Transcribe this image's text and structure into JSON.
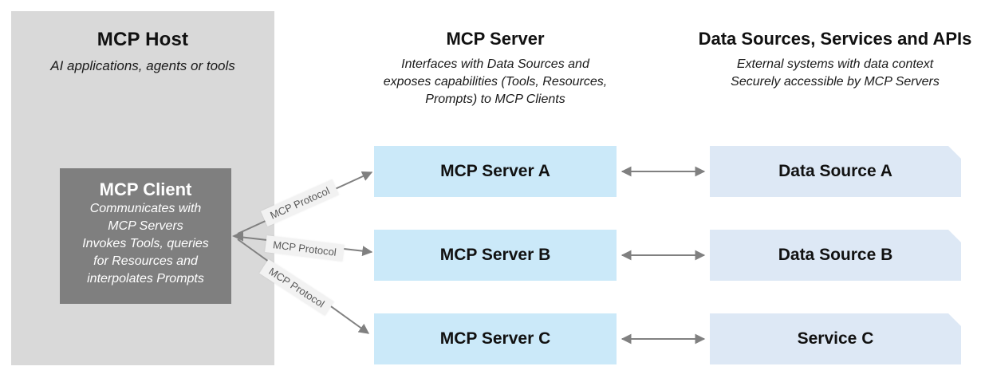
{
  "diagram": {
    "host": {
      "title": "MCP Host",
      "subtitle": "AI applications, agents or tools",
      "client": {
        "title": "MCP Client",
        "lines": [
          "Communicates with",
          "MCP Servers",
          "Invokes Tools, queries",
          "for Resources and",
          "interpolates Prompts"
        ]
      }
    },
    "server_column": {
      "title": "MCP Server",
      "subtitle_lines": [
        "Interfaces with Data Sources and",
        "exposes capabilities (Tools, Resources,",
        "Prompts) to MCP Clients"
      ],
      "boxes": [
        "MCP Server A",
        "MCP Server B",
        "MCP Server C"
      ]
    },
    "data_column": {
      "title": "Data Sources, Services and APIs",
      "subtitle_lines": [
        "External systems with data context",
        "Securely accessible by MCP Servers"
      ],
      "boxes": [
        "Data Source A",
        "Data Source B",
        "Service C"
      ]
    },
    "protocol_label": "MCP Protocol",
    "colors": {
      "host_bg": "#d9d9d9",
      "client_bg": "#7f7f7f",
      "server_box_bg": "#cbe9f9",
      "data_box_bg": "#dde8f5",
      "arrow": "#808080",
      "label_bg": "#f2f2f2",
      "label_text": "#595959"
    }
  }
}
